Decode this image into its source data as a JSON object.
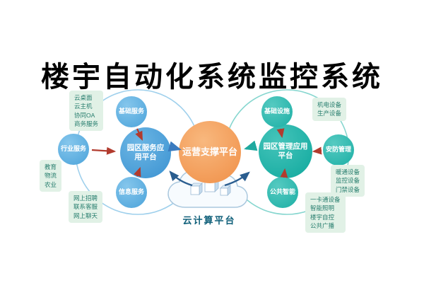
{
  "title": "楼宇自动化系统监控系统",
  "platforms": {
    "center": {
      "label": "运营支撑平台"
    },
    "left": {
      "label": "园区服务应用平台"
    },
    "right": {
      "label": "园区管理应用平台"
    },
    "cloud": {
      "label": "云计算平台"
    }
  },
  "left_cluster": [
    {
      "label": "基础服务",
      "items": [
        "云桌面",
        "云主机",
        "协同OA",
        "商务服务"
      ]
    },
    {
      "label": "行业服务",
      "items": [
        "教育",
        "物流",
        "农业"
      ]
    },
    {
      "label": "信息服务",
      "items": [
        "网上招聘",
        "联系客服",
        "网上聊天"
      ]
    }
  ],
  "right_cluster": [
    {
      "label": "基础设施",
      "items": [
        "机电设备",
        "生产设备"
      ]
    },
    {
      "label": "安防管理",
      "items": [
        "暖通设备",
        "监控设备",
        "门禁设备"
      ]
    },
    {
      "label": "公共智能",
      "items": [
        "一卡通设备",
        "智能照明",
        "楼宇自控",
        "公共广播"
      ]
    }
  ],
  "colors": {
    "left_blue": "#3b92d1",
    "left_light_blue": "#4ba3da",
    "left_ring": "#9fd0ec",
    "right_teal": "#0fa89d",
    "right_light_teal": "#1cafa5",
    "right_ring": "#86d6cf",
    "center_orange": "#f08f47",
    "tag_bg": "#e1f1e6",
    "tag_text": "#267d6d",
    "arrow_red": "#b23b2e",
    "arrow_blue": "#3a7bbf",
    "arrow_teal": "#1fa99f",
    "arrow_dark": "#2a5d8f",
    "cloud_label_color": "#10607a"
  }
}
